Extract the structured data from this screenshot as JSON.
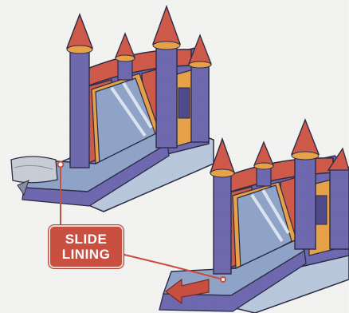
{
  "callout": {
    "line1": "SLIDE",
    "line2": "LINING"
  },
  "colors": {
    "purple": "#6f6ab0",
    "purple_dark": "#4f4a8c",
    "red": "#cf5a4a",
    "orange": "#e8a24a",
    "light_blue": "#b9c8dc",
    "slide_blue": "#8fa4c8",
    "label_bg": "#c94f40"
  },
  "icons": [
    "left-arrow-icon",
    "callout-pointer-dot"
  ]
}
